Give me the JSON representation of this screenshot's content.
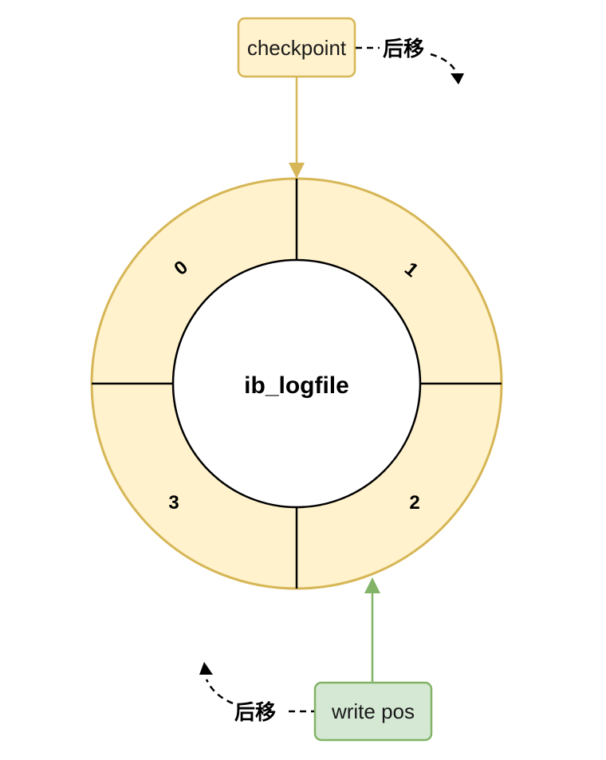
{
  "center": {
    "label": "ib_logfile"
  },
  "segments": [
    {
      "label": "0"
    },
    {
      "label": "1"
    },
    {
      "label": "2"
    },
    {
      "label": "3"
    }
  ],
  "checkpoint": {
    "label": "checkpoint",
    "move_label": "后移"
  },
  "write_pos": {
    "label": "write pos",
    "move_label": "后移"
  },
  "colors": {
    "ring_fill": "#fff2cc",
    "ring_stroke": "#d6b656",
    "write_pos_fill": "#d5e8d4",
    "write_pos_stroke": "#82b366"
  }
}
